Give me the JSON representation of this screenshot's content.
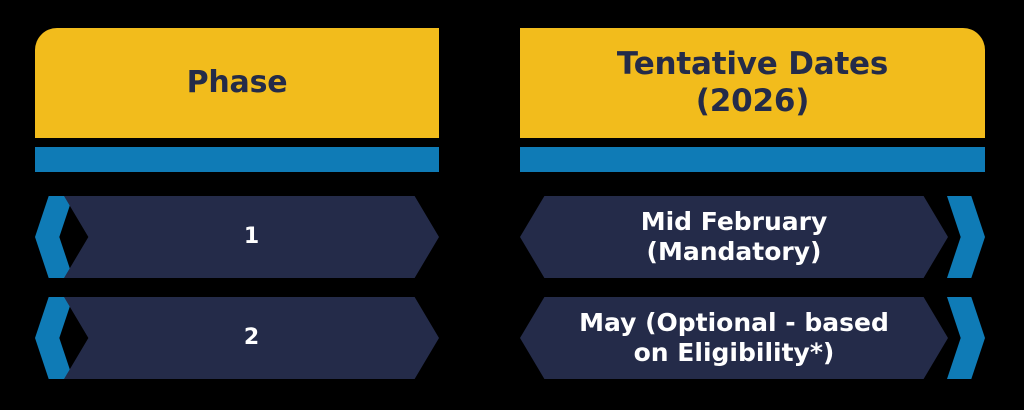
{
  "theme": {
    "background": "#000000",
    "header_fill": "#F2BC1C",
    "header_text": "#242B49",
    "accent_blue": "#0F7BB6",
    "row_fill": "#242B49",
    "row_text": "#FFFFFF"
  },
  "table": {
    "columns": [
      {
        "id": "phase",
        "header": "Phase"
      },
      {
        "id": "dates",
        "header": "Tentative Dates\n(2026)"
      }
    ],
    "rows": [
      {
        "phase": "1",
        "dates": "Mid February\n(Mandatory)"
      },
      {
        "phase": "2",
        "dates": "May (Optional - based\non Eligibility*)"
      }
    ]
  }
}
